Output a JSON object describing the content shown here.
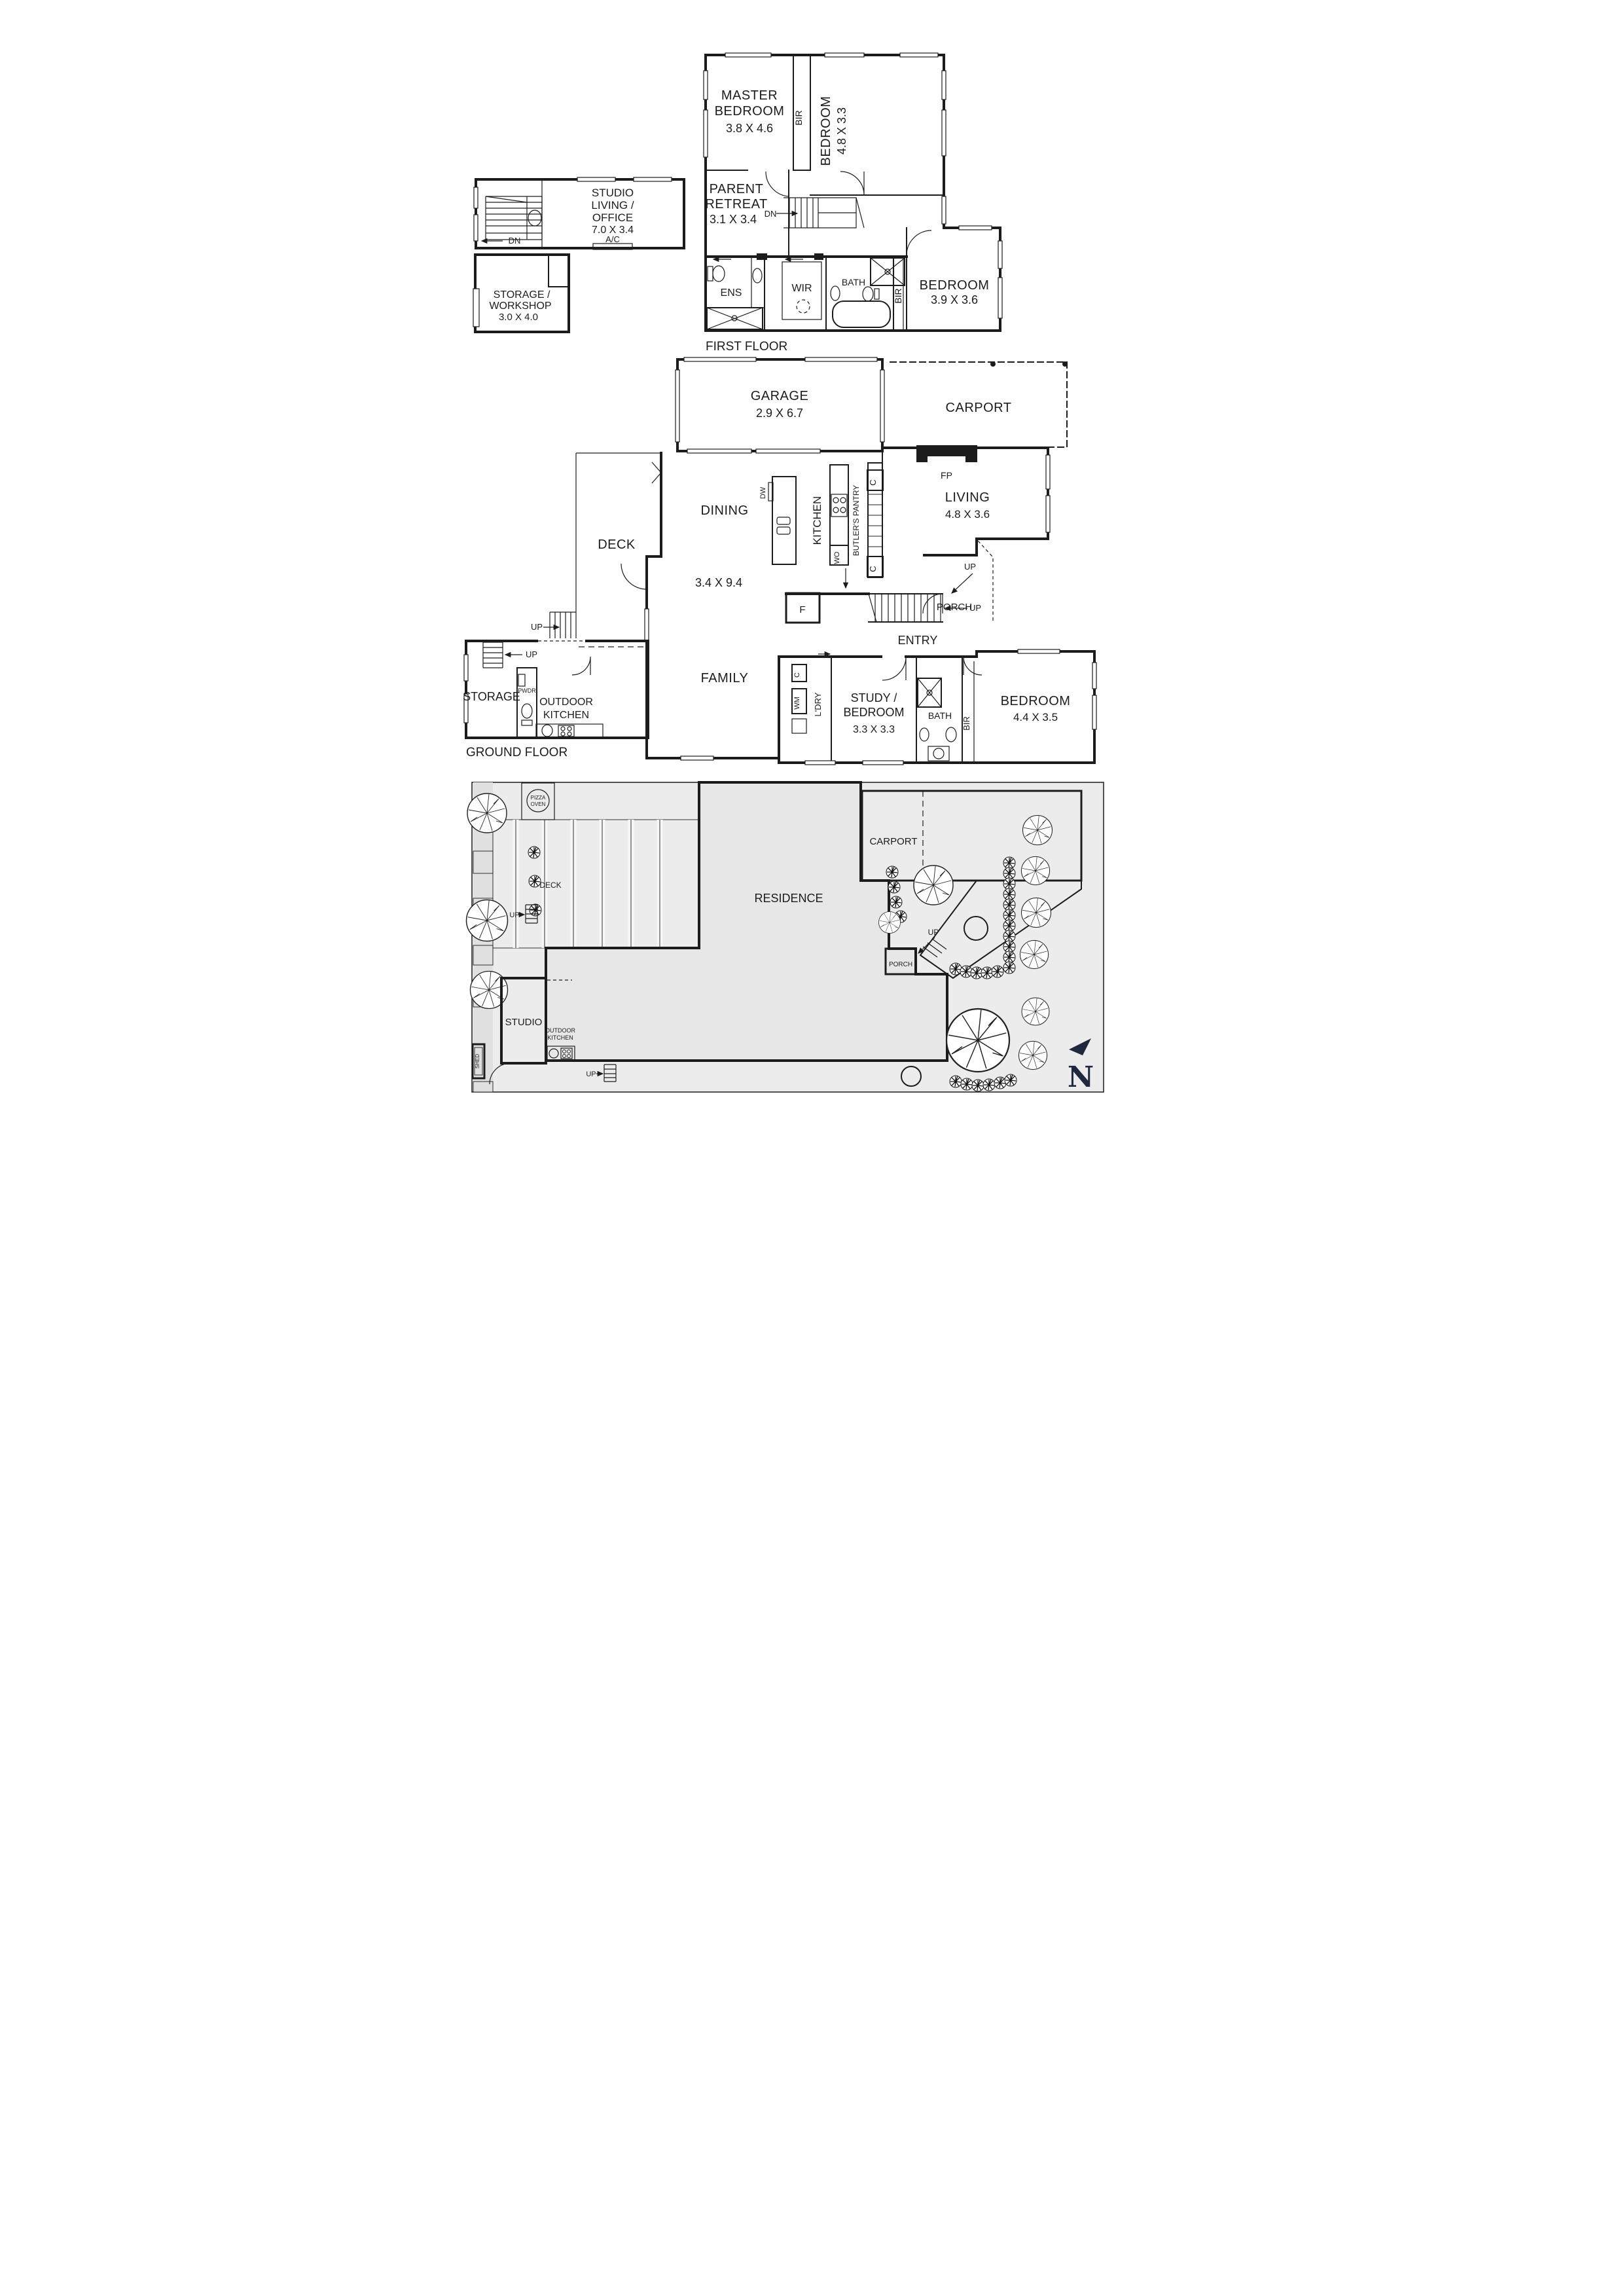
{
  "document": {
    "type": "real-estate floor plan",
    "floors": [
      "FIRST FLOOR",
      "GROUND FLOOR"
    ],
    "compass": "N"
  },
  "common": {
    "up": "UP",
    "dn": "DN",
    "c": "C",
    "bir": "BIR",
    "wir": "WIR",
    "ens": "ENS",
    "bath": "BATH",
    "wm": "WM",
    "dw": "DW",
    "wo": "WO",
    "f": "F",
    "fp": "FP",
    "ac": "A/C",
    "pwdr": "PWDR",
    "shed": "SHED",
    "north": "N"
  },
  "first_floor": {
    "caption": "FIRST FLOOR",
    "master_bedroom": {
      "line1": "MASTER",
      "line2": "BEDROOM",
      "dim": "3.8 X 4.6"
    },
    "bedroom2": {
      "name": "BEDROOM",
      "dim": "4.8 X 3.3"
    },
    "parent_retreat": {
      "line1": "PARENT",
      "line2": "RETREAT",
      "dim": "3.1 X 3.4"
    },
    "bedroom3": {
      "name": "BEDROOM",
      "dim": "3.9 X 3.6"
    }
  },
  "outbuildings": {
    "studio": {
      "line1": "STUDIO",
      "line2": "LIVING /",
      "line3": "OFFICE",
      "dim": "7.0 X 3.4"
    },
    "storage_workshop": {
      "line1": "STORAGE /",
      "line2": "WORKSHOP",
      "dim": "3.0 X 4.0"
    }
  },
  "ground_floor": {
    "caption": "GROUND FLOOR",
    "garage": {
      "name": "GARAGE",
      "dim": "2.9 X 6.7"
    },
    "carport": "CARPORT",
    "living": {
      "name": "LIVING",
      "dim": "4.8 X 3.6"
    },
    "dining": "DINING",
    "kitchen": "KITCHEN",
    "butlers_pantry": "BUTLER'S PANTRY",
    "family": {
      "name": "FAMILY",
      "dim": "3.4 X 9.4"
    },
    "deck": "DECK",
    "storage": "STORAGE",
    "outdoor_kitchen": {
      "line1": "OUTDOOR",
      "line2": "KITCHEN"
    },
    "study_bedroom": {
      "line1": "STUDY /",
      "line2": "BEDROOM",
      "dim": "3.3 X 3.3"
    },
    "bedroom4": {
      "name": "BEDROOM",
      "dim": "4.4 X 3.5"
    },
    "laundry": "L'DRY",
    "entry": "ENTRY",
    "porch": "PORCH"
  },
  "site_plan": {
    "residence": "RESIDENCE",
    "carport": "CARPORT",
    "studio": "STUDIO",
    "outdoor_kitchen": {
      "line1": "OUTDOOR",
      "line2": "KITCHEN"
    },
    "deck": "DECK",
    "porch": "PORCH",
    "pizza_oven": {
      "line1": "PIZZA",
      "line2": "OVEN"
    }
  },
  "colors": {
    "line": "#1c1c1c",
    "site_background": "#ececec",
    "site_deck": "#e3e3e3",
    "residence_fill": "#e7e7e7",
    "studio_fill": "#dedede",
    "white": "#ffffff",
    "navy": "#1e2940"
  }
}
